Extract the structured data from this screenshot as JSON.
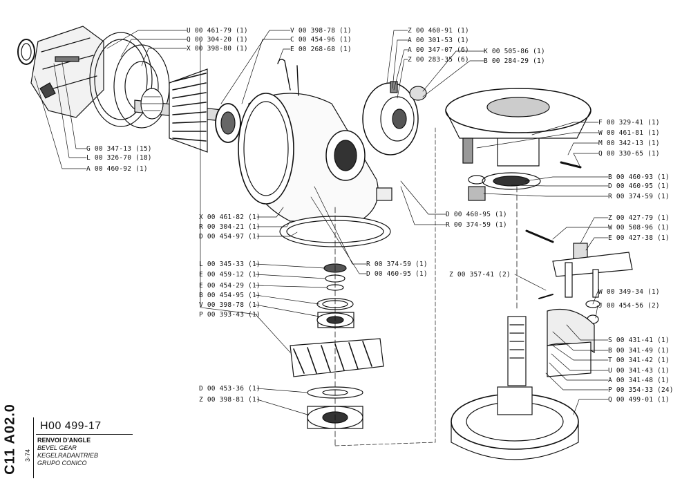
{
  "sheet": {
    "code": "C11 A02.0",
    "date": "3-74",
    "reference": "H00 499-17",
    "titles": [
      "RENVOI D'ANGLE",
      "BEVEL GEAR",
      "KEGELRADANTRIEB",
      "GRUPO CONICO"
    ]
  },
  "callouts": {
    "u00461": "U 00 461-79 (1)",
    "q00304": "Q 00 304-20 (1)",
    "x00398": "X 00 398-80 (1)",
    "v00398a": "V 00 398-78 (1)",
    "c00454": "C 00 454-96 (1)",
    "e00268": "E 00 268-68 (1)",
    "z00460": "Z 00 460-91 (1)",
    "a00301": "A 00 301-53 (1)",
    "a00347": "A 00 347-07 (6)",
    "z00283": "Z 00 283-35 (6)",
    "k00505": "K 00 505-86 (1)",
    "b00284": "B 00 284-29 (1)",
    "f00329": "F 00 329-41 (1)",
    "w00461": "W 00 461-81 (1)",
    "m00342": "M 00 342-13 (1)",
    "q00330": "Q 00 330-65 (1)",
    "g00347": "G 00 347-13 (15)",
    "l00326": "L 00 326-70 (18)",
    "a00460": "A 00 460-92 (1)",
    "b00460": "B 00 460-93 (1)",
    "d00460a": "D 00 460-95 (1)",
    "r00374a": "R 00 374-59 (1)",
    "d00460b": "D 00 460-95 (1)",
    "r00374b": "R 00 374-59 (1)",
    "z00427": "Z 00 427-79 (1)",
    "w00508": "W 00 508-96 (1)",
    "e00427": "E 00 427-38 (1)",
    "x00461": "X 00 461-82 (1)",
    "r00304": "R 00 304-21 (1)",
    "d00454": "D 00 454-97 (1)",
    "r00374c": "R 00 374-59 (1)",
    "d00460c": "D 00 460-95 (1)",
    "l00345": "L 00 345-33 (1)",
    "e00459": "E 00 459-12 (1)",
    "e00454": "E 00 454-29 (1)",
    "b00454": "B 00 454-95 (1)",
    "v00398b": "V 00 398-78 (1)",
    "p00393": "P 00 393-43 (1)",
    "z00357": "Z 00 357-41 (2)",
    "w00349": "W 00 349-34 (1)",
    "j00454": "J 00 454-56 (2)",
    "s00431": "S 00 431-41 (1)",
    "b00341": "B 00 341-49 (1)",
    "t00341": "T 00 341-42 (1)",
    "u00341": "U 00 341-43 (1)",
    "a00341": "A 00 341-48 (1)",
    "p00354": "P 00 354-33 (24)",
    "q00499": "Q 00 499-01 (1)",
    "d00453": "D 00 453-36 (1)",
    "z00398": "Z 00 398-81 (1)"
  }
}
